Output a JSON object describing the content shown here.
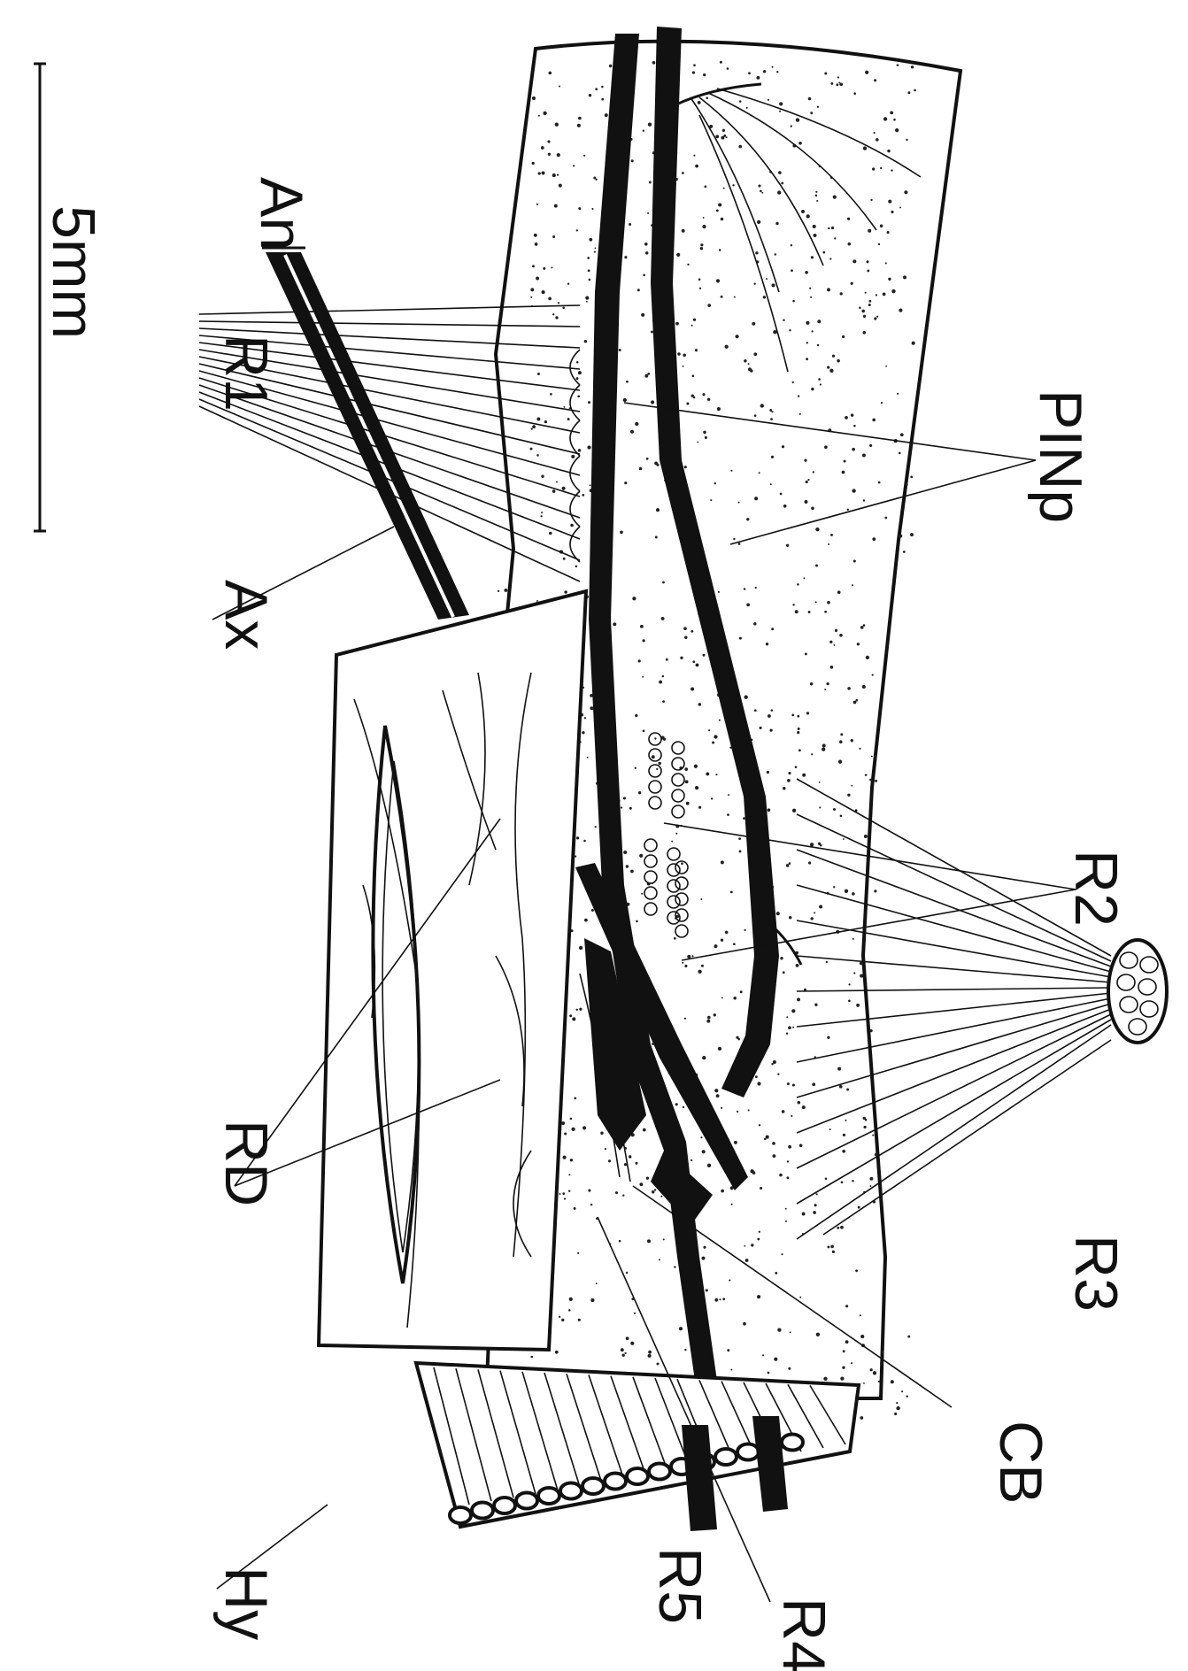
{
  "figure": {
    "scale_bar": {
      "label": "5mm"
    },
    "labels": {
      "an": "An",
      "r1": "R1",
      "ax": "Ax",
      "pinp": "PINp",
      "r2": "R2",
      "rd": "RD",
      "r3": "R3",
      "cb": "CB",
      "hy": "Hy",
      "r5": "R5",
      "r4": "R4"
    }
  }
}
